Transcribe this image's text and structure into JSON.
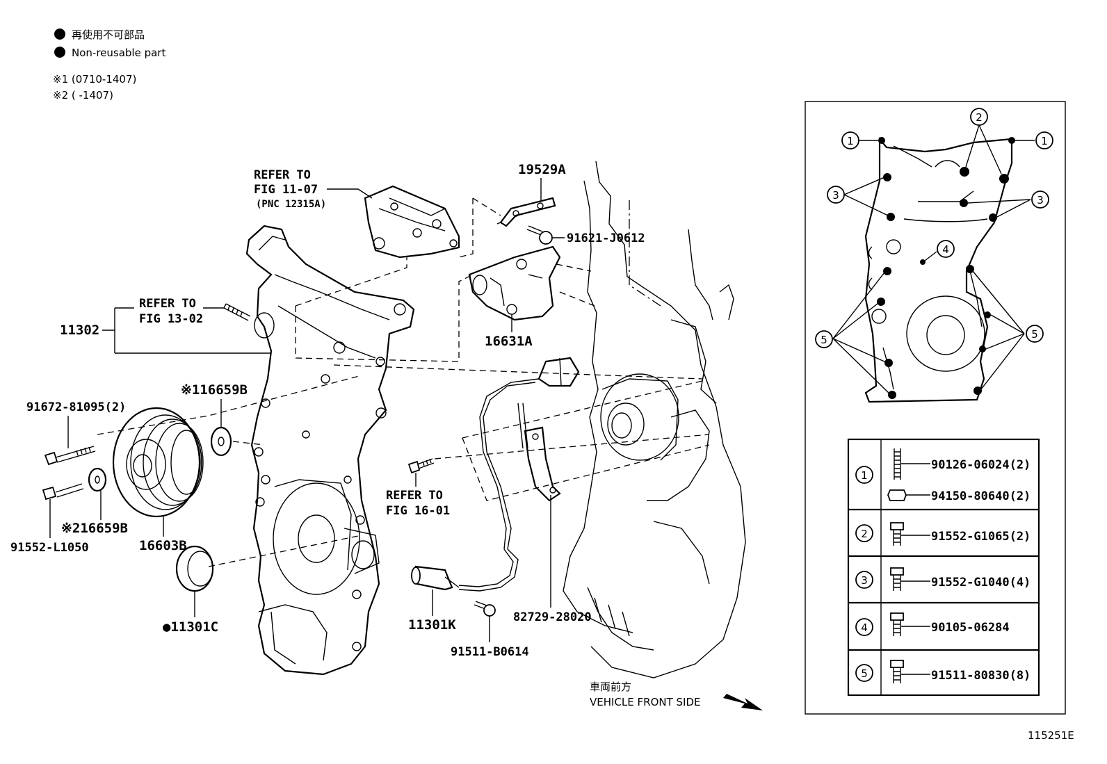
{
  "legend": {
    "jp": "再使用不可部品",
    "en": "Non-reusable part",
    "note1": "※1 (0710-1407)",
    "note2": "※2 (      -1407)"
  },
  "refs": {
    "r1107_a": "REFER TO",
    "r1107_b": "FIG 11-07",
    "r1107_c": "(PNC 12315A)",
    "r1302_a": "REFER TO",
    "r1302_b": "FIG 13-02",
    "r1601_a": "REFER TO",
    "r1601_b": "FIG 16-01"
  },
  "parts": {
    "p11302": "11302",
    "p19529A": "19529A",
    "p91621": "91621-J0612",
    "p16631A": "16631A",
    "p16659B_1": "※116659B",
    "p91672": "91672-81095(2)",
    "p16659B_2": "※216659B",
    "p91552L": "91552-L1050",
    "p16603B": "16603B",
    "p11301C": "●11301C",
    "p11301K": "11301K",
    "p91511B": "91511-B0614",
    "p82729": "82729-28020"
  },
  "front": {
    "jp": "車両前方",
    "en": "VEHICLE FRONT SIDE"
  },
  "figure_id": "115251E",
  "inset_callouts": [
    "1",
    "2",
    "3",
    "4",
    "5"
  ],
  "table": [
    {
      "num": "1",
      "parts": [
        "90126-06024(2)",
        "94150-80640(2)"
      ]
    },
    {
      "num": "2",
      "parts": [
        "91552-G1065(2)"
      ]
    },
    {
      "num": "3",
      "parts": [
        "91552-G1040(4)"
      ]
    },
    {
      "num": "4",
      "parts": [
        "90105-06284"
      ]
    },
    {
      "num": "5",
      "parts": [
        "91511-80830(8)"
      ]
    }
  ]
}
